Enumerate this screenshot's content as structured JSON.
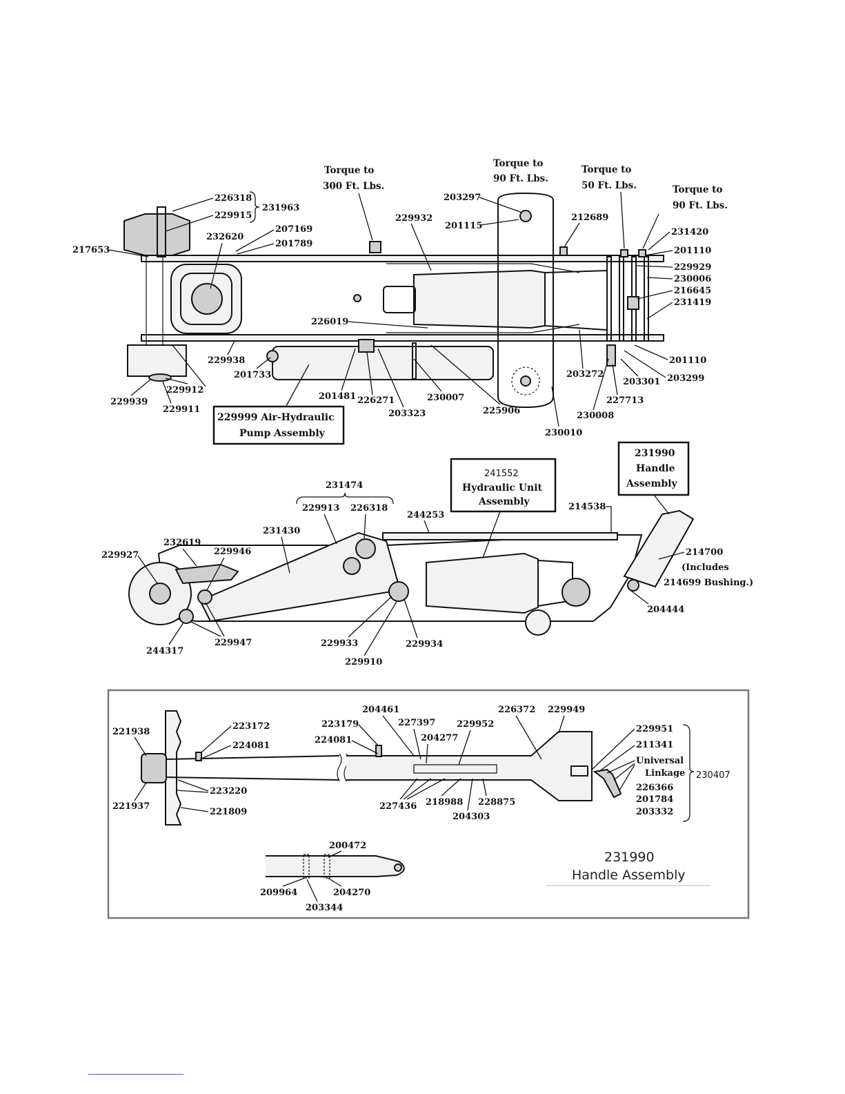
{
  "top_view": {
    "torque_notes": [
      {
        "id": "t300",
        "line1": "Torque to",
        "line2": "300 Ft. Lbs."
      },
      {
        "id": "t90a",
        "line1": "Torque to",
        "line2": "90 Ft. Lbs."
      },
      {
        "id": "t50",
        "line1": "Torque to",
        "line2": "50 Ft. Lbs."
      },
      {
        "id": "t90b",
        "line1": "Torque to",
        "line2": "90 Ft. Lbs."
      }
    ],
    "parts": {
      "p226318": "226318",
      "p229915": "229915",
      "p231963": "231963",
      "p207169": "207169",
      "p201789": "201789",
      "p232620": "232620",
      "p217653": "217653",
      "p203297": "203297",
      "p201115": "201115",
      "p229932": "229932",
      "p212689": "212689",
      "p231420": "231420",
      "p201110a": "201110",
      "p229929": "229929",
      "p230006": "230006",
      "p216645": "216645",
      "p231419": "231419",
      "p226019": "226019",
      "p229938": "229938",
      "p201733": "201733",
      "p229912": "229912",
      "p229939": "229939",
      "p229911": "229911",
      "p201481": "201481",
      "p226271": "226271",
      "p203323": "203323",
      "p230007": "230007",
      "p225906": "225906",
      "p203272": "203272",
      "p227713": "227713",
      "p203301": "203301",
      "p203299": "203299",
      "p201110b": "201110",
      "p230008": "230008",
      "p230010": "230010"
    },
    "pump_box": {
      "number": "229999",
      "line1": "Air-Hydraulic",
      "line2": "Pump Assembly"
    }
  },
  "side_view": {
    "hydraulic_box": {
      "number": "241552",
      "line1": "Hydraulic Unit",
      "line2": "Assembly"
    },
    "handle_box": {
      "number": "231990",
      "line1": "Handle",
      "line2": "Assembly"
    },
    "parts": {
      "p231474": "231474",
      "p229913": "229913",
      "p226318": "226318",
      "p244253": "244253",
      "p214538": "214538",
      "p231430": "231430",
      "p232619": "232619",
      "p229946": "229946",
      "p229927": "229927",
      "p214700": "214700",
      "p214700_note1": "(Includes",
      "p214700_note2": "214699 Bushing.)",
      "p204444": "204444",
      "p244317": "244317",
      "p229947": "229947",
      "p229933": "229933",
      "p229910": "229910",
      "p229934": "229934"
    }
  },
  "handle_detail": {
    "parts": {
      "p221938": "221938",
      "p223172": "223172",
      "p224081a": "224081",
      "p223220": "223220",
      "p221937": "221937",
      "p221809": "221809",
      "p204461": "204461",
      "p223179": "223179",
      "p224081b": "224081",
      "p227397": "227397",
      "p204277": "204277",
      "p229952": "229952",
      "p226372": "226372",
      "p229949": "229949",
      "p229951": "229951",
      "p211341": "211341",
      "p227436": "227436",
      "p218988": "218988",
      "p204303": "204303",
      "p228875": "228875",
      "p226366": "226366",
      "p201784": "201784",
      "p203332": "203332",
      "p230407": "230407",
      "p200472": "200472",
      "p209964": "209964",
      "p204270": "204270",
      "p203344": "203344"
    },
    "universal_linkage": {
      "line1": "Universal",
      "line2": "Linkage"
    },
    "caption": {
      "line1": "231990",
      "line2": "Handle Assembly"
    }
  }
}
